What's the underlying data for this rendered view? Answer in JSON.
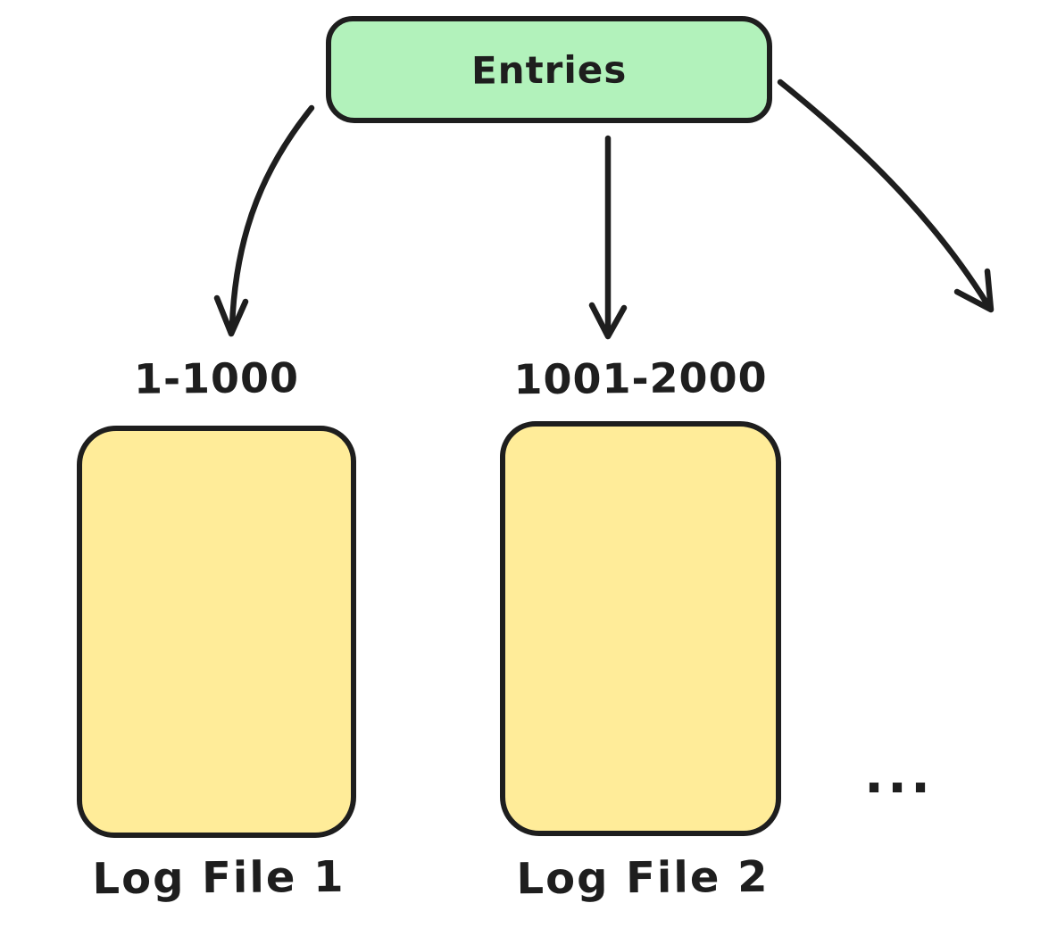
{
  "diagram": {
    "root_node": {
      "label": "Entries",
      "fill": "#b2f2bb"
    },
    "log_files": [
      {
        "range": "1-1000",
        "label": "Log File 1",
        "fill": "#ffec99"
      },
      {
        "range": "1001-2000",
        "label": "Log File 2",
        "fill": "#ffec99"
      }
    ],
    "more_indicator": "...",
    "colors": {
      "stroke": "#1e1e1e",
      "root_fill": "#b2f2bb",
      "file_fill": "#ffec99",
      "background": "#ffffff"
    }
  }
}
